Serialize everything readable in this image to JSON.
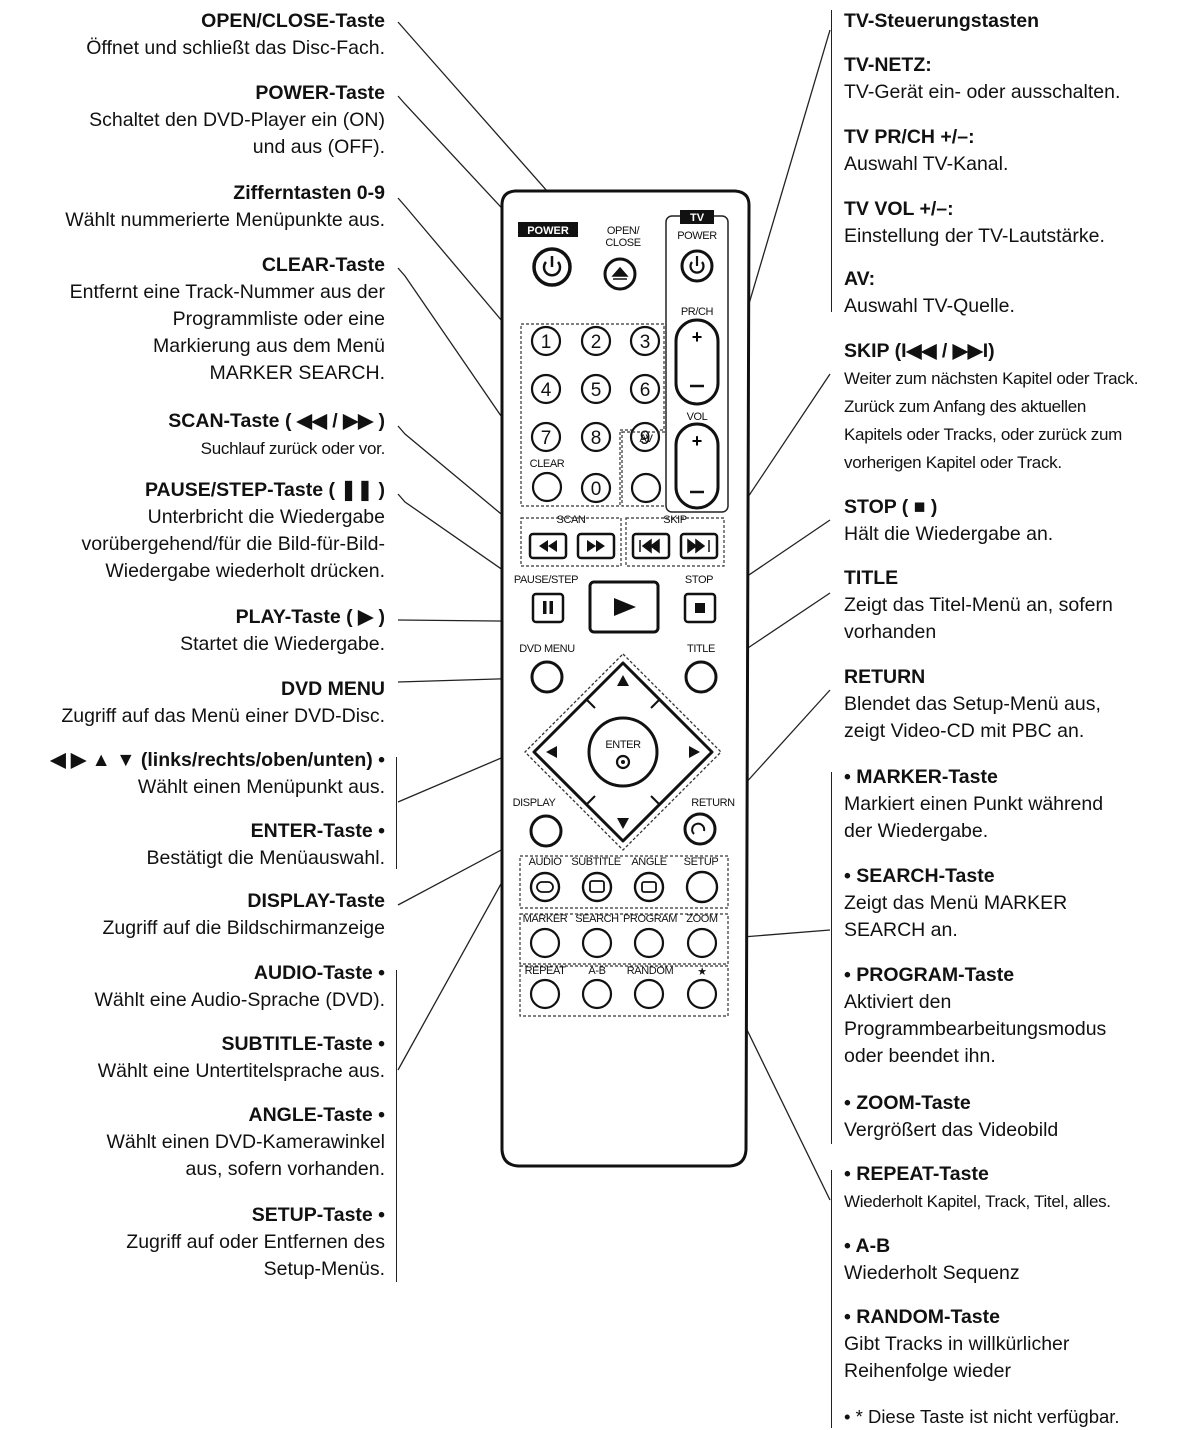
{
  "left": [
    {
      "title": "OPEN/CLOSE-Taste",
      "desc": [
        "Öffnet und schließt das Disc-Fach."
      ]
    },
    {
      "title": "POWER-Taste",
      "desc": [
        "Schaltet den DVD-Player ein (ON)",
        "und aus (OFF)."
      ]
    },
    {
      "title": "Zifferntasten 0-9",
      "desc": [
        "Wählt nummerierte Menüpunkte aus."
      ]
    },
    {
      "title": "CLEAR-Taste",
      "desc": [
        "Entfernt eine Track-Nummer aus der",
        "Programmliste oder eine",
        "Markierung aus dem Menü",
        "MARKER SEARCH."
      ]
    },
    {
      "title": "SCAN-Taste ( ◀◀ / ▶▶ )",
      "desc": [
        "Suchlauf zurück oder vor."
      ]
    },
    {
      "title": "PAUSE/STEP-Taste ( ❚❚ )",
      "desc": [
        "Unterbricht die Wiedergabe",
        "vorübergehend/für die Bild-für-Bild-",
        "Wiedergabe wiederholt drücken."
      ]
    },
    {
      "title": "PLAY-Taste ( ▶ )",
      "desc": [
        "Startet die Wiedergabe."
      ]
    },
    {
      "title": "DVD MENU",
      "desc": [
        "Zugriff auf das Menü einer DVD-Disc."
      ]
    },
    {
      "title": "◀ ▶ ▲ ▼ (links/rechts/oben/unten) •",
      "desc": [
        "Wählt einen Menüpunkt aus."
      ]
    },
    {
      "title": "ENTER-Taste •",
      "desc": [
        "Bestätigt die Menüauswahl."
      ]
    },
    {
      "title": "DISPLAY-Taste",
      "desc": [
        "Zugriff auf die Bildschirmanzeige"
      ]
    },
    {
      "title": "AUDIO-Taste •",
      "desc": [
        "Wählt eine Audio-Sprache (DVD)."
      ]
    },
    {
      "title": "SUBTITLE-Taste •",
      "desc": [
        "Wählt eine Untertitelsprache aus."
      ]
    },
    {
      "title": "ANGLE-Taste •",
      "desc": [
        "Wählt einen DVD-Kamerawinkel",
        "aus, sofern vorhanden."
      ]
    },
    {
      "title": "SETUP-Taste •",
      "desc": [
        "Zugriff auf oder Entfernen des",
        "Setup-Menüs."
      ]
    }
  ],
  "right": [
    {
      "title": "TV-Steuerungstasten",
      "desc": []
    },
    {
      "title": "TV-NETZ:",
      "desc": [
        "TV-Gerät ein- oder ausschalten."
      ]
    },
    {
      "title": "TV PR/CH +/–:",
      "desc": [
        "Auswahl TV-Kanal."
      ]
    },
    {
      "title": "TV VOL +/–:",
      "desc": [
        "Einstellung der TV-Lautstärke."
      ]
    },
    {
      "title": "AV:",
      "desc": [
        "Auswahl TV-Quelle."
      ]
    },
    {
      "title": "SKIP (I◀◀ / ▶▶I)",
      "desc": [
        "Weiter zum nächsten Kapitel oder Track.",
        "Zurück zum Anfang des aktuellen",
        "Kapitels oder Tracks, oder zurück zum",
        "vorherigen Kapitel oder Track."
      ]
    },
    {
      "title": "STOP ( ■ )",
      "desc": [
        "Hält die Wiedergabe an."
      ]
    },
    {
      "title": "TITLE",
      "desc": [
        "Zeigt das Titel-Menü an, sofern",
        "vorhanden"
      ]
    },
    {
      "title": "RETURN",
      "desc": [
        "Blendet das Setup-Menü aus,",
        "zeigt Video-CD mit PBC an."
      ]
    },
    {
      "title": "• MARKER-Taste",
      "desc": [
        "Markiert einen Punkt während",
        "der Wiedergabe."
      ]
    },
    {
      "title": "• SEARCH-Taste",
      "desc": [
        "Zeigt das Menü MARKER",
        "SEARCH an."
      ]
    },
    {
      "title": "• PROGRAM-Taste",
      "desc": [
        "Aktiviert den",
        "Programmbearbeitungsmodus",
        "oder beendet ihn."
      ]
    },
    {
      "title": "• ZOOM-Taste",
      "desc": [
        "Vergrößert das Videobild"
      ]
    },
    {
      "title": "• REPEAT-Taste",
      "desc": [
        "Wiederholt Kapitel, Track, Titel, alles."
      ]
    },
    {
      "title": "• A-B",
      "desc": [
        "Wiederholt Sequenz"
      ]
    },
    {
      "title": "• RANDOM-Taste",
      "desc": [
        "Gibt Tracks in willkürlicher",
        "Reihenfolge wieder"
      ]
    },
    {
      "title": "",
      "desc": [
        "• * Diese Taste ist nicht verfügbar."
      ]
    }
  ],
  "remote": {
    "power": "POWER",
    "open_close": [
      "OPEN/",
      "CLOSE"
    ],
    "tv": "TV",
    "tv_power": "POWER",
    "pr_ch": "PR/CH",
    "vol": "VOL",
    "digits": [
      "1",
      "2",
      "3",
      "4",
      "5",
      "6",
      "7",
      "8",
      "9",
      "0"
    ],
    "clear": "CLEAR",
    "av": "AV",
    "scan": "SCAN",
    "skip": "SKIP",
    "pause_step": "PAUSE/STEP",
    "stop": "STOP",
    "dvd_menu": "DVD MENU",
    "title": "TITLE",
    "enter": "ENTER",
    "display": "DISPLAY",
    "return": "RETURN",
    "row1": [
      "AUDIO",
      "SUBTITLE",
      "ANGLE",
      "SETUP"
    ],
    "row2": [
      "MARKER",
      "SEARCH",
      "PROGRAM",
      "ZOOM"
    ],
    "row3": [
      "REPEAT",
      "A-B",
      "RANDOM",
      "★"
    ]
  }
}
